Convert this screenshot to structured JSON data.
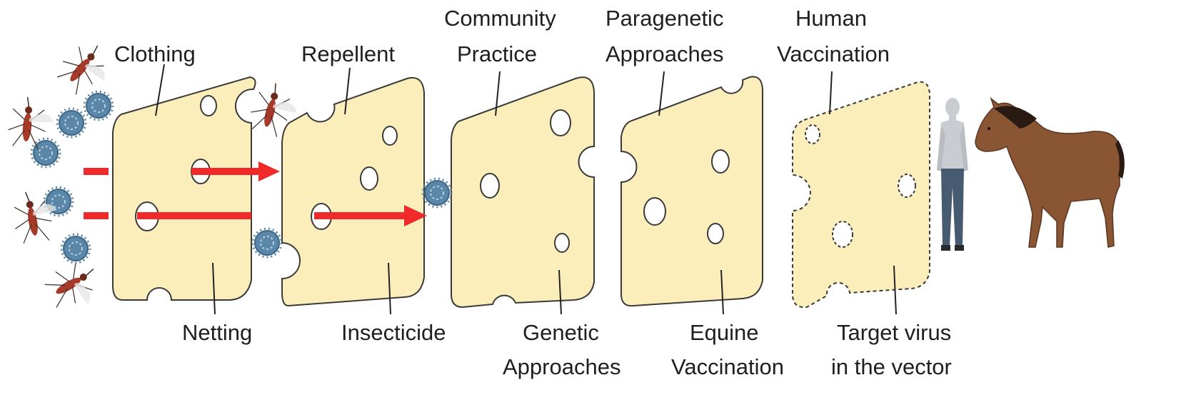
{
  "colors": {
    "slice_fill": "#fbeebb",
    "slice_stroke": "#3a3a3a",
    "arrow": "#f02a2a",
    "virus": "#5a87a8",
    "mosquito": "#a63a2a",
    "horse": "#8a5533",
    "human_body": "#c9cdd2",
    "human_jeans": "#465a70"
  },
  "labels": {
    "clothing": "Clothing",
    "netting": "Netting",
    "repellent": "Repellent",
    "insecticide": "Insecticide",
    "community_line1": "Community",
    "community_line2": "Practice",
    "genetic_line1": "Genetic",
    "genetic_line2": "Approaches",
    "paragenetic_line1": "Paragenetic",
    "paragenetic_line2": "Approaches",
    "equine_line1": "Equine",
    "equine_line2": "Vaccination",
    "human_line1": "Human",
    "human_line2": "Vaccination",
    "target_line1": "Target virus",
    "target_line2": "in the vector"
  },
  "icons": [
    "mosquito-icon",
    "virus-icon",
    "human-figure-icon",
    "horse-icon"
  ]
}
